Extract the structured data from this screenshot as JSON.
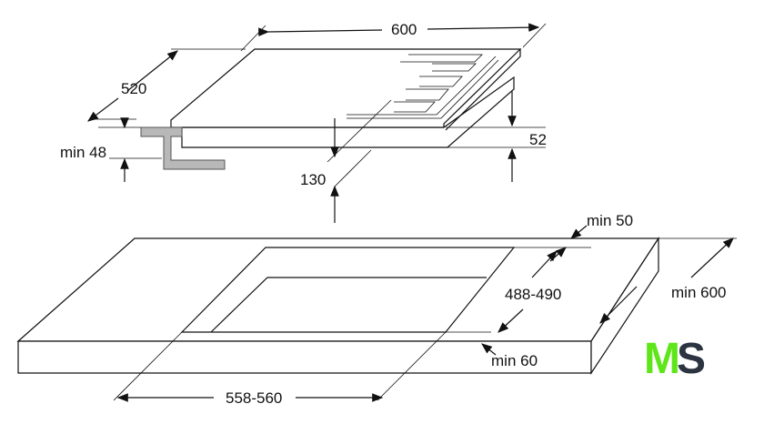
{
  "dimensions": {
    "hob_width": "600",
    "hob_depth": "520",
    "hob_height": "52",
    "min_clearance_below": "min 48",
    "min_depth_below": "130",
    "back_margin": "min 50",
    "cutout_depth": "488-490",
    "countertop_depth": "min 600",
    "front_margin": "min 60",
    "cutout_width": "558-560"
  },
  "logo": {
    "left": "M",
    "right": "S",
    "left_color": "#5ee61a",
    "right_color": "#2b3440"
  },
  "colors": {
    "bracket": "#b8b8b8",
    "line": "#111111"
  }
}
